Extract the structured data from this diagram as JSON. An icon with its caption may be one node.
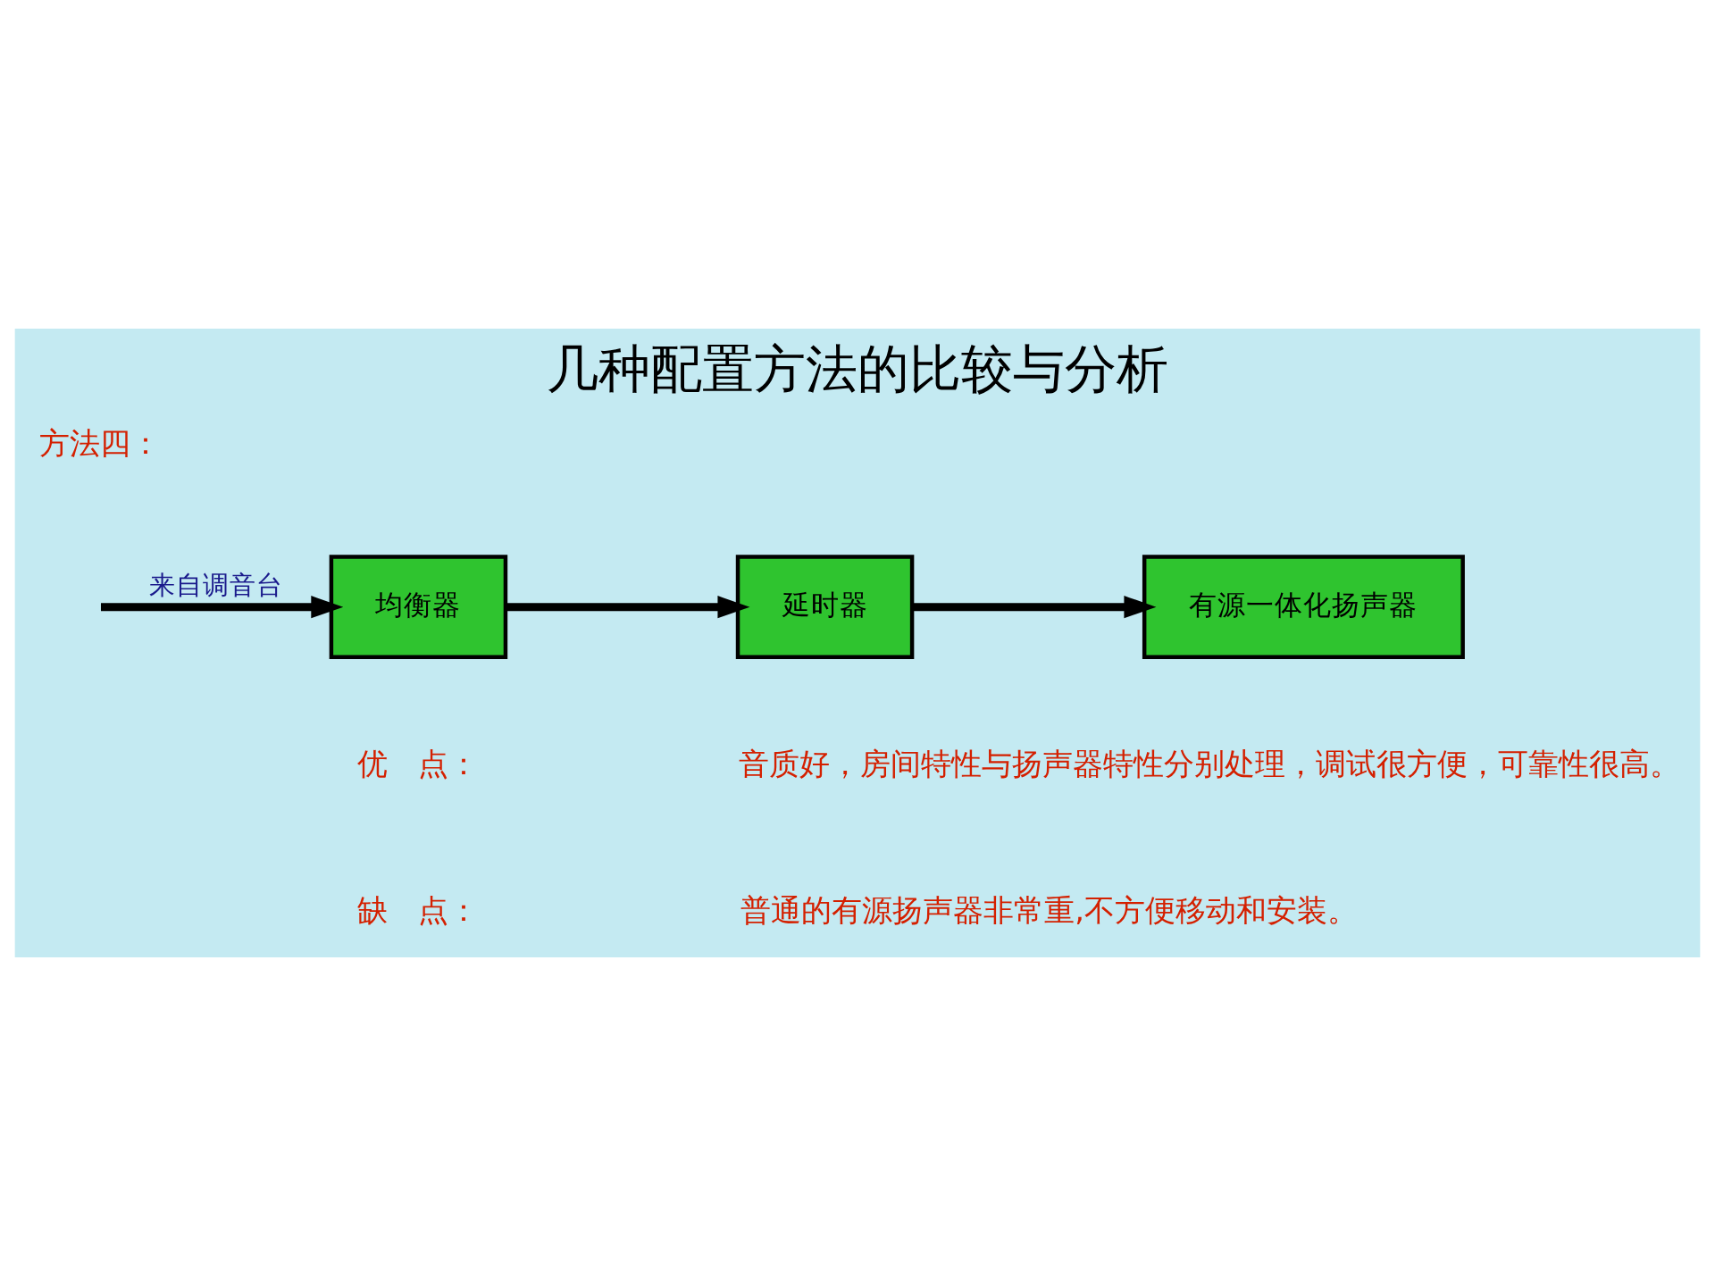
{
  "diagram": {
    "title": "几种配置方法的比较与分析",
    "nodes": [
      {
        "text": [
          "均衡器"
        ]
      },
      {
        "text": [
          "延时器"
        ]
      },
      {
        "text": [
          "有源一体化扬声器"
        ]
      }
    ],
    "edges": [
      {
        "from": null,
        "to": 0,
        "arrow": "to",
        "label": "来自调音台"
      },
      {
        "from": 0,
        "to": 1,
        "arrow": "to"
      },
      {
        "from": 1,
        "to": 2,
        "arrow": "to"
      }
    ],
    "labels": [
      "方法四：",
      "优　点：",
      "音质好，房间特性与扬声器特性分别处理，调试很方便，可靠性很高。",
      "缺　点：",
      "普通的有源扬声器非常重,不方便移动和安装。"
    ]
  }
}
